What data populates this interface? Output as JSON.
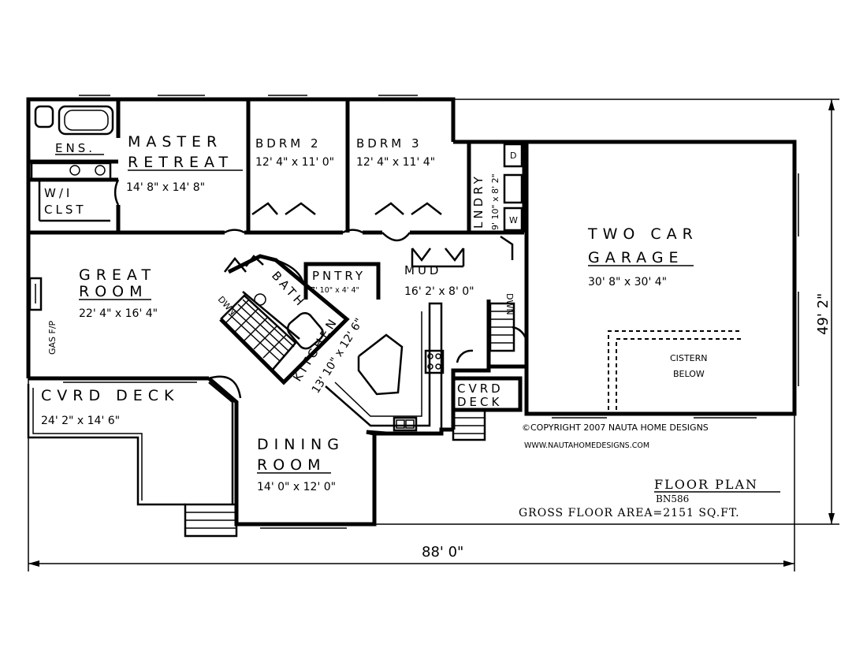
{
  "rooms": {
    "ensuite": {
      "name": "ENS."
    },
    "walk_in_closet": {
      "name_line1": "W/I",
      "name_line2": "CLST"
    },
    "master": {
      "name_line1": "MASTER",
      "name_line2": "RETREAT",
      "dims": "14' 8\" x 14' 8\""
    },
    "bedroom2": {
      "name": "BDRM 2",
      "dims": "12' 4\" x 11' 0\""
    },
    "bedroom3": {
      "name": "BDRM 3",
      "dims": "12' 4\" x 11' 4\""
    },
    "laundry": {
      "name": "LNDRY",
      "dims": "9' 10\" x 8' 2\""
    },
    "garage": {
      "name_line1": "TWO CAR",
      "name_line2": "GARAGE",
      "dims": "30' 8\" x 30' 4\""
    },
    "great_room": {
      "name_line1": "GREAT",
      "name_line2": "ROOM",
      "dims": "22' 4\" x 16' 4\""
    },
    "pantry": {
      "name": "PNTRY",
      "dims": "7' 10\" x 4' 4\""
    },
    "bath": {
      "name": "BATH"
    },
    "mud": {
      "name": "MUD",
      "dims": "16' 2' x 8' 0\""
    },
    "kitchen": {
      "name": "KITCHEN",
      "dims": "13' 10\" x 12' 6\""
    },
    "covered_deck": {
      "name": "CVRD DECK",
      "dims": "24' 2\" x 14' 6\""
    },
    "covered_deck_small": {
      "name_line1": "CVRD",
      "name_line2": "DECK"
    },
    "dining": {
      "name_line1": "DINING",
      "name_line2": "ROOM",
      "dims": "14' 0\" x 12' 0\""
    }
  },
  "fixtures": {
    "fireplace": "GAS F/P",
    "stairs_down": "DWN",
    "garage_stairs_down": "DWN",
    "dryer": "D",
    "washer": "W",
    "cistern_line1": "CISTERN",
    "cistern_line2": "BELOW"
  },
  "title_block": {
    "copyright": "©COPYRIGHT 2007 NAUTA HOME DESIGNS",
    "website": "WWW.NAUTAHOMEDESIGNS.COM",
    "title": "FLOOR PLAN",
    "plan_number": "BN586",
    "gross_area": "GROSS FLOOR AREA=2151 SQ.FT."
  },
  "dimensions": {
    "overall_width": "88' 0\"",
    "overall_depth": "49' 2\""
  }
}
